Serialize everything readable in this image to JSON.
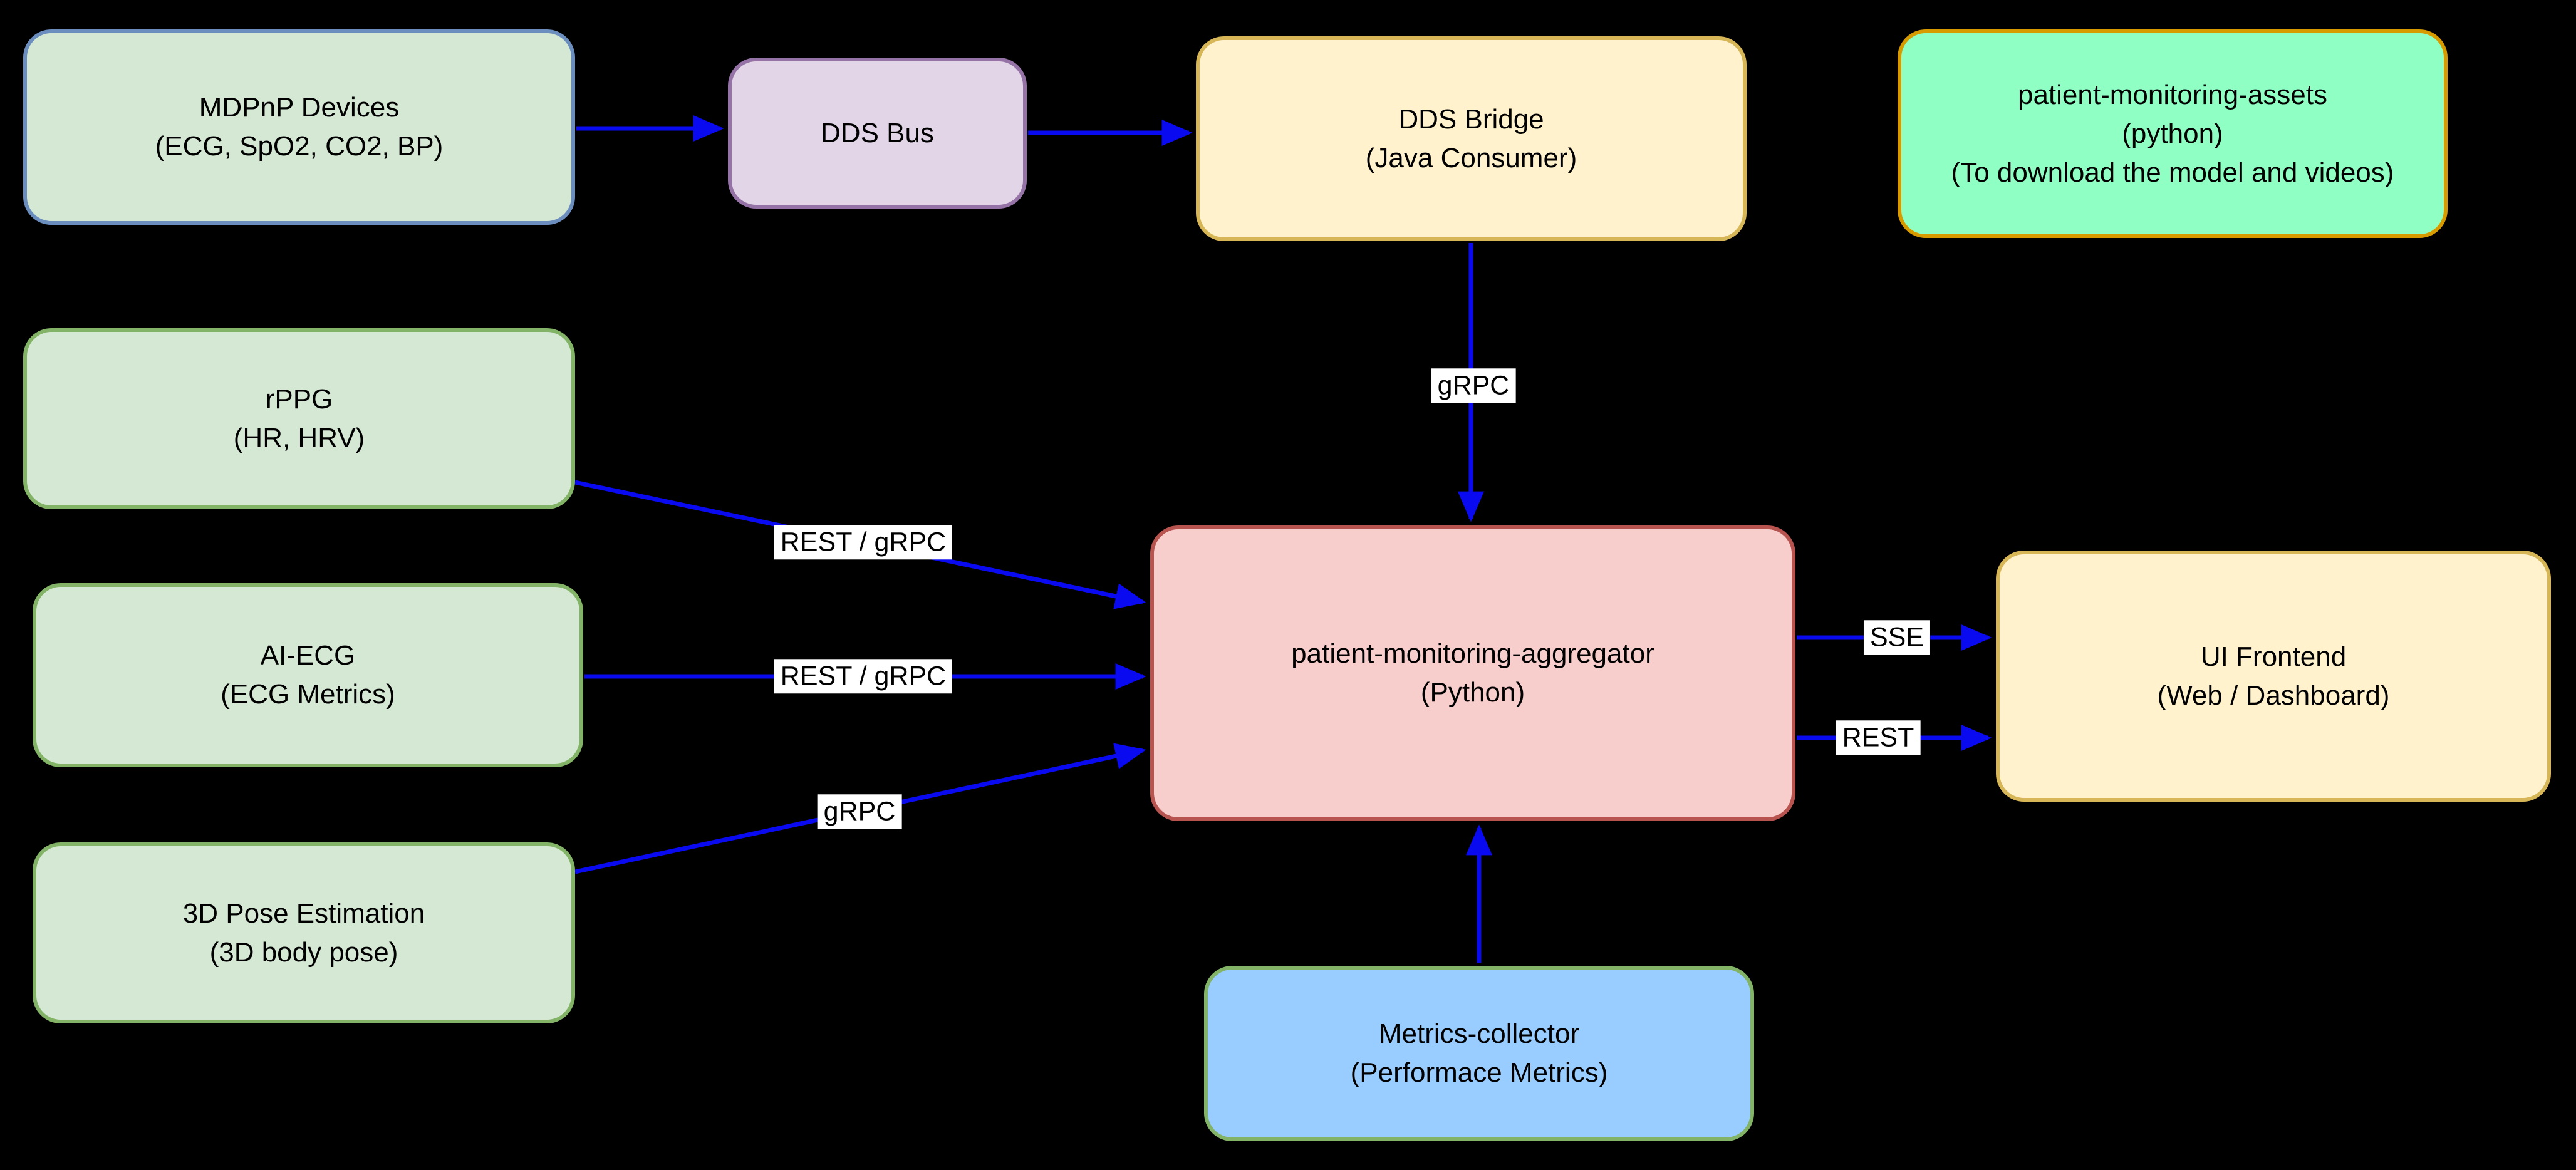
{
  "diagram": {
    "background_color": "#000000",
    "connector_color": "#0a0af0",
    "edge_label_bg": "#ffffff",
    "edge_label_text_color": "#000000",
    "nodes": {
      "mdpnp": {
        "line1": "MDPnP Devices",
        "line2": "(ECG, SpO2, CO2, BP)",
        "fill": "#d5e8d4",
        "border": "#6c8ebf"
      },
      "dds_bus": {
        "line1": "DDS Bus",
        "fill": "#e1d5e7",
        "border": "#9673a6"
      },
      "dds_bridge": {
        "line1": "DDS Bridge",
        "line2": "(Java Consumer)",
        "fill": "#fff2cc",
        "border": "#d6b656"
      },
      "assets": {
        "line1": "patient-monitoring-assets",
        "line2": "(python)",
        "line3": "(To download the model and videos)",
        "fill": "#8fffc4",
        "border": "#d79b00"
      },
      "rppg": {
        "line1": "rPPG",
        "line2": "(HR, HRV)",
        "fill": "#d5e8d4",
        "border": "#82b366"
      },
      "ai_ecg": {
        "line1": "AI-ECG",
        "line2": "(ECG Metrics)",
        "fill": "#d5e8d4",
        "border": "#82b366"
      },
      "pose": {
        "line1": "3D Pose Estimation",
        "line2": "(3D body pose)",
        "fill": "#d5e8d4",
        "border": "#82b366"
      },
      "aggregator": {
        "line1": "patient-monitoring-aggregator",
        "line2": "(Python)",
        "fill": "#f8cecc",
        "border": "#b85450"
      },
      "ui_frontend": {
        "line1": "UI Frontend",
        "line2": "(Web / Dashboard)",
        "fill": "#fff2cc",
        "border": "#d6b656"
      },
      "metrics": {
        "line1": "Metrics-collector",
        "line2": "(Performace Metrics)",
        "fill": "#99ccff",
        "border": "#82b366"
      }
    },
    "edge_labels": {
      "grpc_bridge": "gRPC",
      "rest_grpc_rppg": "REST / gRPC",
      "rest_grpc_ai_ecg": "REST / gRPC",
      "grpc_pose": "gRPC",
      "sse": "SSE",
      "rest": "REST"
    }
  }
}
